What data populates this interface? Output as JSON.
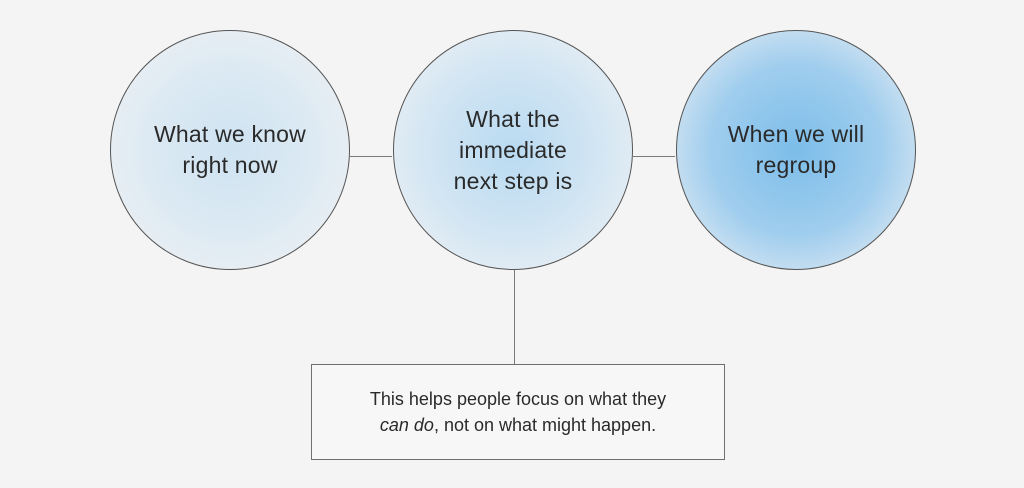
{
  "circles": [
    {
      "label": "What we know right now"
    },
    {
      "label": "What the immediate next step is"
    },
    {
      "label": "When we will regroup"
    }
  ],
  "note": {
    "line1": "This helps people focus on what they",
    "line2_emphasis": "can do",
    "line2_rest": ", not on what might happen."
  },
  "colors": {
    "background": "#f5f4f4",
    "circle1_fill": "#cfe3f1",
    "circle2_fill": "#b9daf1",
    "circle3_fill": "#7cbde9",
    "outline": "#555555"
  }
}
